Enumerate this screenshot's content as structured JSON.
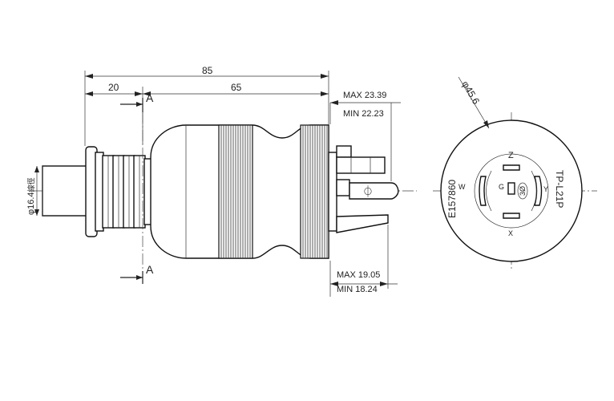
{
  "dimensions": {
    "overall_length": "85",
    "front_length": "20",
    "body_length": "65",
    "blade_height_max": "MAX 23.39",
    "blade_height_min": "MIN 22.23",
    "blade_width_max": "MAX 19.05",
    "blade_width_min": "MIN 18.24",
    "cable_diameter": "φ16.4",
    "cable_diameter_suffix": "線徑",
    "face_diameter": "φ45.6"
  },
  "section": {
    "top_label": "A",
    "bottom_label": "A"
  },
  "ground_symbol": "⏀",
  "face_markings": {
    "certification": "E157860",
    "model": "TP-L21P",
    "terminal_z": "Z",
    "terminal_w": "W",
    "terminal_x": "X",
    "terminal_y": "Y",
    "terminal_g": "G",
    "rating": "3Ø"
  },
  "colors": {
    "line": "#222222",
    "background": "#ffffff"
  }
}
